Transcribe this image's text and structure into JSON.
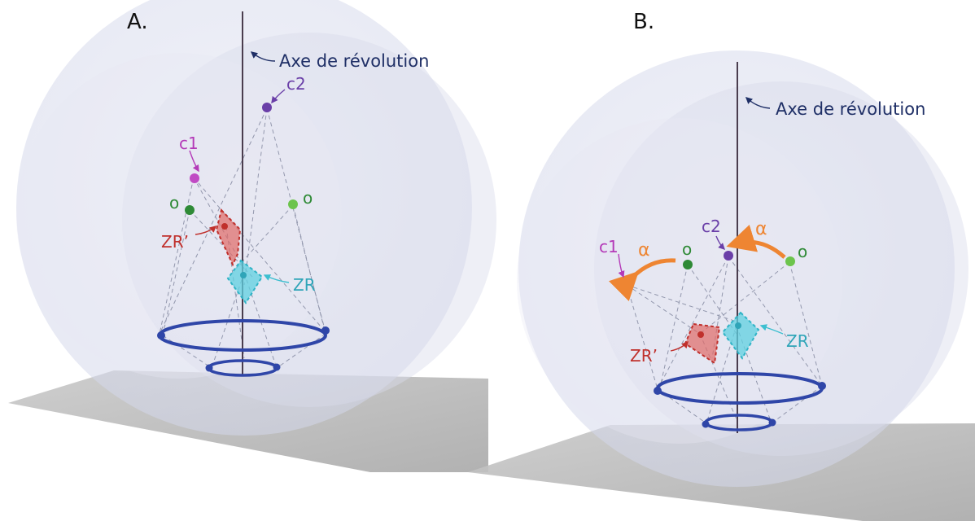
{
  "panel_a": {
    "title": "A.",
    "axis_label": "Axe de révolution",
    "c1_label": "c1",
    "c2_label": "c2",
    "o_left_label": "o",
    "o_right_label": "o",
    "zr_prime_label": "ZR’",
    "zr_label": "ZR"
  },
  "panel_b": {
    "title": "B.",
    "axis_label": "Axe de révolution",
    "c1_label": "c1",
    "c2_label": "c2",
    "o_left_label": "o",
    "o_right_label": "o",
    "alpha_left_label": "α",
    "alpha_right_label": "α",
    "zr_prime_label": "ZR’",
    "zr_label": "ZR"
  },
  "colors": {
    "sphere_fill": "#dcdfee",
    "ground": "#b8b8b8",
    "axis": "#4a3d4e",
    "ring": "#2f46a8",
    "c1": "#b43ab8",
    "c2": "#6a3fa8",
    "o": "#2e9a3a",
    "zr_prime": "#d0453f",
    "zr": "#3dbfd0",
    "alpha": "#ee8532",
    "label_axis": "#1f2f66"
  }
}
